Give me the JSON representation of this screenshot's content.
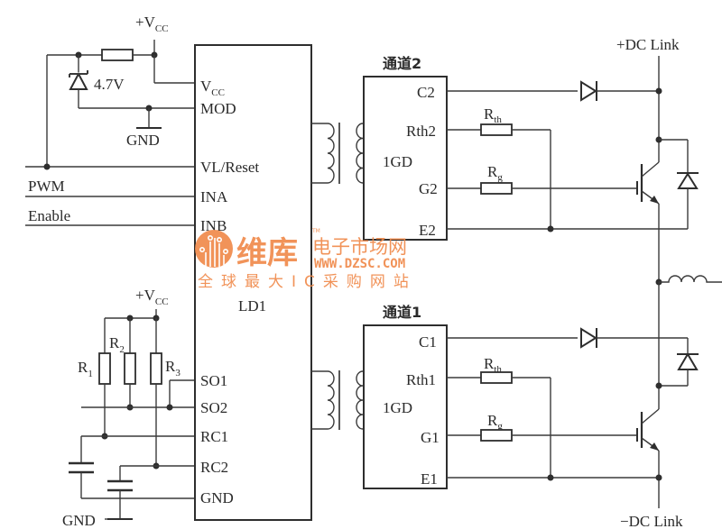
{
  "diagram": {
    "title": "IGBT gate driver circuit with LD1 and two 1GD channels",
    "watermark": {
      "brand": "维库",
      "brand_suffix": "电子市场网",
      "url": "WWW.DZSC.COM",
      "slogan": "全球最大IC采购网站",
      "tm": "TM",
      "color": "#f08a4b"
    },
    "supply_top": {
      "label": "+V",
      "sub": "CC"
    },
    "supply_bottom": {
      "label": "+V",
      "sub": "CC"
    },
    "zener_label": "4.7V",
    "gnd_labels": [
      "GND",
      "GND"
    ],
    "inputs": {
      "pwm": "PWM",
      "enable": "Enable"
    },
    "ld1": {
      "name": "LD1",
      "pins": {
        "vcc": "V",
        "vcc_sub": "CC",
        "mod": "MOD",
        "vl_reset": "VL/Reset",
        "ina": "INA",
        "inb": "INB",
        "so1": "SO1",
        "so2": "SO2",
        "rc1": "RC1",
        "rc2": "RC2",
        "gnd": "GND"
      }
    },
    "resistors_left": [
      {
        "label": "R",
        "sub": "1"
      },
      {
        "label": "R",
        "sub": "2"
      },
      {
        "label": "R",
        "sub": "3"
      }
    ],
    "channel2": {
      "title": "通道2",
      "name": "1GD",
      "pins": {
        "c": "C2",
        "rth": "Rth2",
        "g": "G2",
        "e": "E2"
      },
      "rth_label": "R",
      "rth_sub": "th",
      "rg_label": "R",
      "rg_sub": "g"
    },
    "channel1": {
      "title": "通道1",
      "name": "1GD",
      "pins": {
        "c": "C1",
        "rth": "Rth1",
        "g": "G1",
        "e": "E1"
      },
      "rth_label": "R",
      "rth_sub": "th",
      "rg_label": "R",
      "rg_sub": "g"
    },
    "dc_plus": "+DC Link",
    "dc_minus": "−DC Link"
  }
}
